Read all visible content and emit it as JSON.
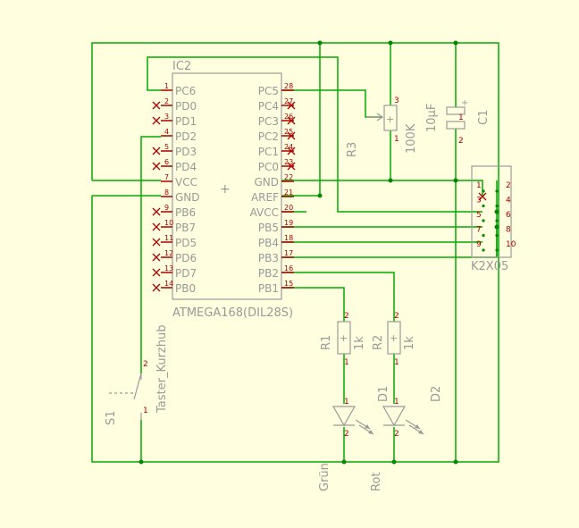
{
  "colors": {
    "background": "#ffffe0",
    "wire": "#00aa00",
    "pin": "#aa0000",
    "part": "#999999",
    "junction": "#008800",
    "nc": "#aa0000"
  },
  "ic": {
    "name": "IC2",
    "value": "ATMEGA168(DIL28S)",
    "left_pins": [
      {
        "num": "1",
        "label": "PC6"
      },
      {
        "num": "2",
        "label": "PD0"
      },
      {
        "num": "3",
        "label": "PD1"
      },
      {
        "num": "4",
        "label": "PD2"
      },
      {
        "num": "5",
        "label": "PD3"
      },
      {
        "num": "6",
        "label": "PD4"
      },
      {
        "num": "7",
        "label": "VCC"
      },
      {
        "num": "8",
        "label": "GND"
      },
      {
        "num": "9",
        "label": "PB6"
      },
      {
        "num": "10",
        "label": "PB7"
      },
      {
        "num": "11",
        "label": "PD5"
      },
      {
        "num": "12",
        "label": "PD6"
      },
      {
        "num": "13",
        "label": "PD7"
      },
      {
        "num": "14",
        "label": "PB0"
      }
    ],
    "right_pins": [
      {
        "num": "28",
        "label": "PC5"
      },
      {
        "num": "27",
        "label": "PC4"
      },
      {
        "num": "26",
        "label": "PC3"
      },
      {
        "num": "25",
        "label": "PC2"
      },
      {
        "num": "24",
        "label": "PC1"
      },
      {
        "num": "23",
        "label": "PC0"
      },
      {
        "num": "22",
        "label": "GND"
      },
      {
        "num": "21",
        "label": "AREF"
      },
      {
        "num": "20",
        "label": "AVCC"
      },
      {
        "num": "19",
        "label": "PB5"
      },
      {
        "num": "18",
        "label": "PB4"
      },
      {
        "num": "17",
        "label": "PB3"
      },
      {
        "num": "16",
        "label": "PB2"
      },
      {
        "num": "15",
        "label": "PB1"
      }
    ]
  },
  "r3": {
    "name": "R3",
    "value": "100K",
    "pin_a": "3",
    "pin_b": "1"
  },
  "c1": {
    "name": "C1",
    "value": "10µF",
    "pin_a": "1",
    "pin_b": "2"
  },
  "k2": {
    "name": "K2X05",
    "pins": [
      "1",
      "2",
      "3",
      "4",
      "5",
      "6",
      "7",
      "8",
      "9",
      "10"
    ]
  },
  "r1": {
    "name": "R1",
    "value": "1k",
    "pin_a": "2",
    "pin_b": "1"
  },
  "r2": {
    "name": "R2",
    "value": "1k",
    "pin_a": "2",
    "pin_b": "1"
  },
  "d1": {
    "name": "D1",
    "value": "Rot",
    "pin_a": "1",
    "pin_b": "2"
  },
  "d2": {
    "name": "D2",
    "value": "Grün",
    "pin_a": "1",
    "pin_b": "2"
  },
  "s1": {
    "name": "S1",
    "value": "Taster_Kurzhub",
    "pin_a": "2",
    "pin_b": "1"
  }
}
